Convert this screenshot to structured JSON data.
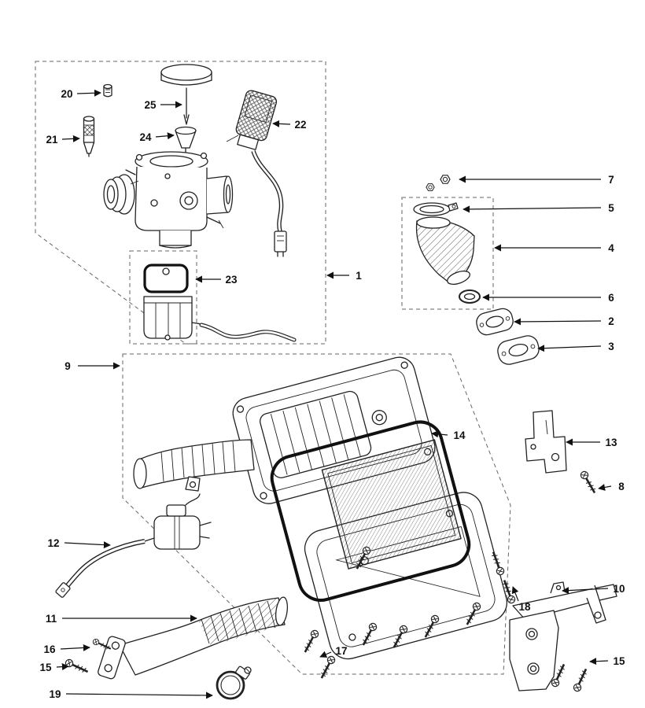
{
  "figure": {
    "background": "#ffffff",
    "line_color": "#222222",
    "callout_color": "#111111",
    "dash_color": "#666666"
  },
  "callouts": [
    {
      "label": "20"
    },
    {
      "label": "25"
    },
    {
      "label": "21"
    },
    {
      "label": "24"
    },
    {
      "label": "22"
    },
    {
      "label": "23"
    },
    {
      "label": "1"
    },
    {
      "label": "7"
    },
    {
      "label": "5"
    },
    {
      "label": "4"
    },
    {
      "label": "6"
    },
    {
      "label": "2"
    },
    {
      "label": "3"
    },
    {
      "label": "9"
    },
    {
      "label": "14"
    },
    {
      "label": "13"
    },
    {
      "label": "8"
    },
    {
      "label": "12"
    },
    {
      "label": "11"
    },
    {
      "label": "16"
    },
    {
      "label": "15"
    },
    {
      "label": "19"
    },
    {
      "label": "17"
    },
    {
      "label": "18"
    },
    {
      "label": "10"
    },
    {
      "label": "15"
    }
  ]
}
